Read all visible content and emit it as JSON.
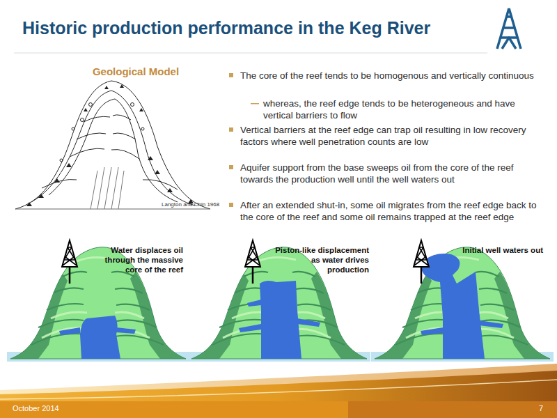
{
  "diagram": {
    "title": "Historic production performance in the Keg River",
    "labels": [
      "Geological Model",
      "Langton and Chin 1968",
      "The core of the reef tends to be homogenous and vertically continuous",
      "whereas, the reef edge tends to be heterogeneous and have vertical barriers to flow",
      "Vertical barriers at the reef edge can trap oil resulting in low recovery factors where well penetration counts are low",
      "Aquifer support from the base sweeps oil from the core of the reef towards the production well until the well waters out",
      "After an extended shut-in, some oil migrates from the reef edge back to the core of the reef and some oil remains trapped at the reef edge",
      "Water displaces oil through the massive core of the reef",
      "Piston-like displacement as water drives production",
      "Initial well waters out",
      "October 2014",
      "7"
    ]
  }
}
